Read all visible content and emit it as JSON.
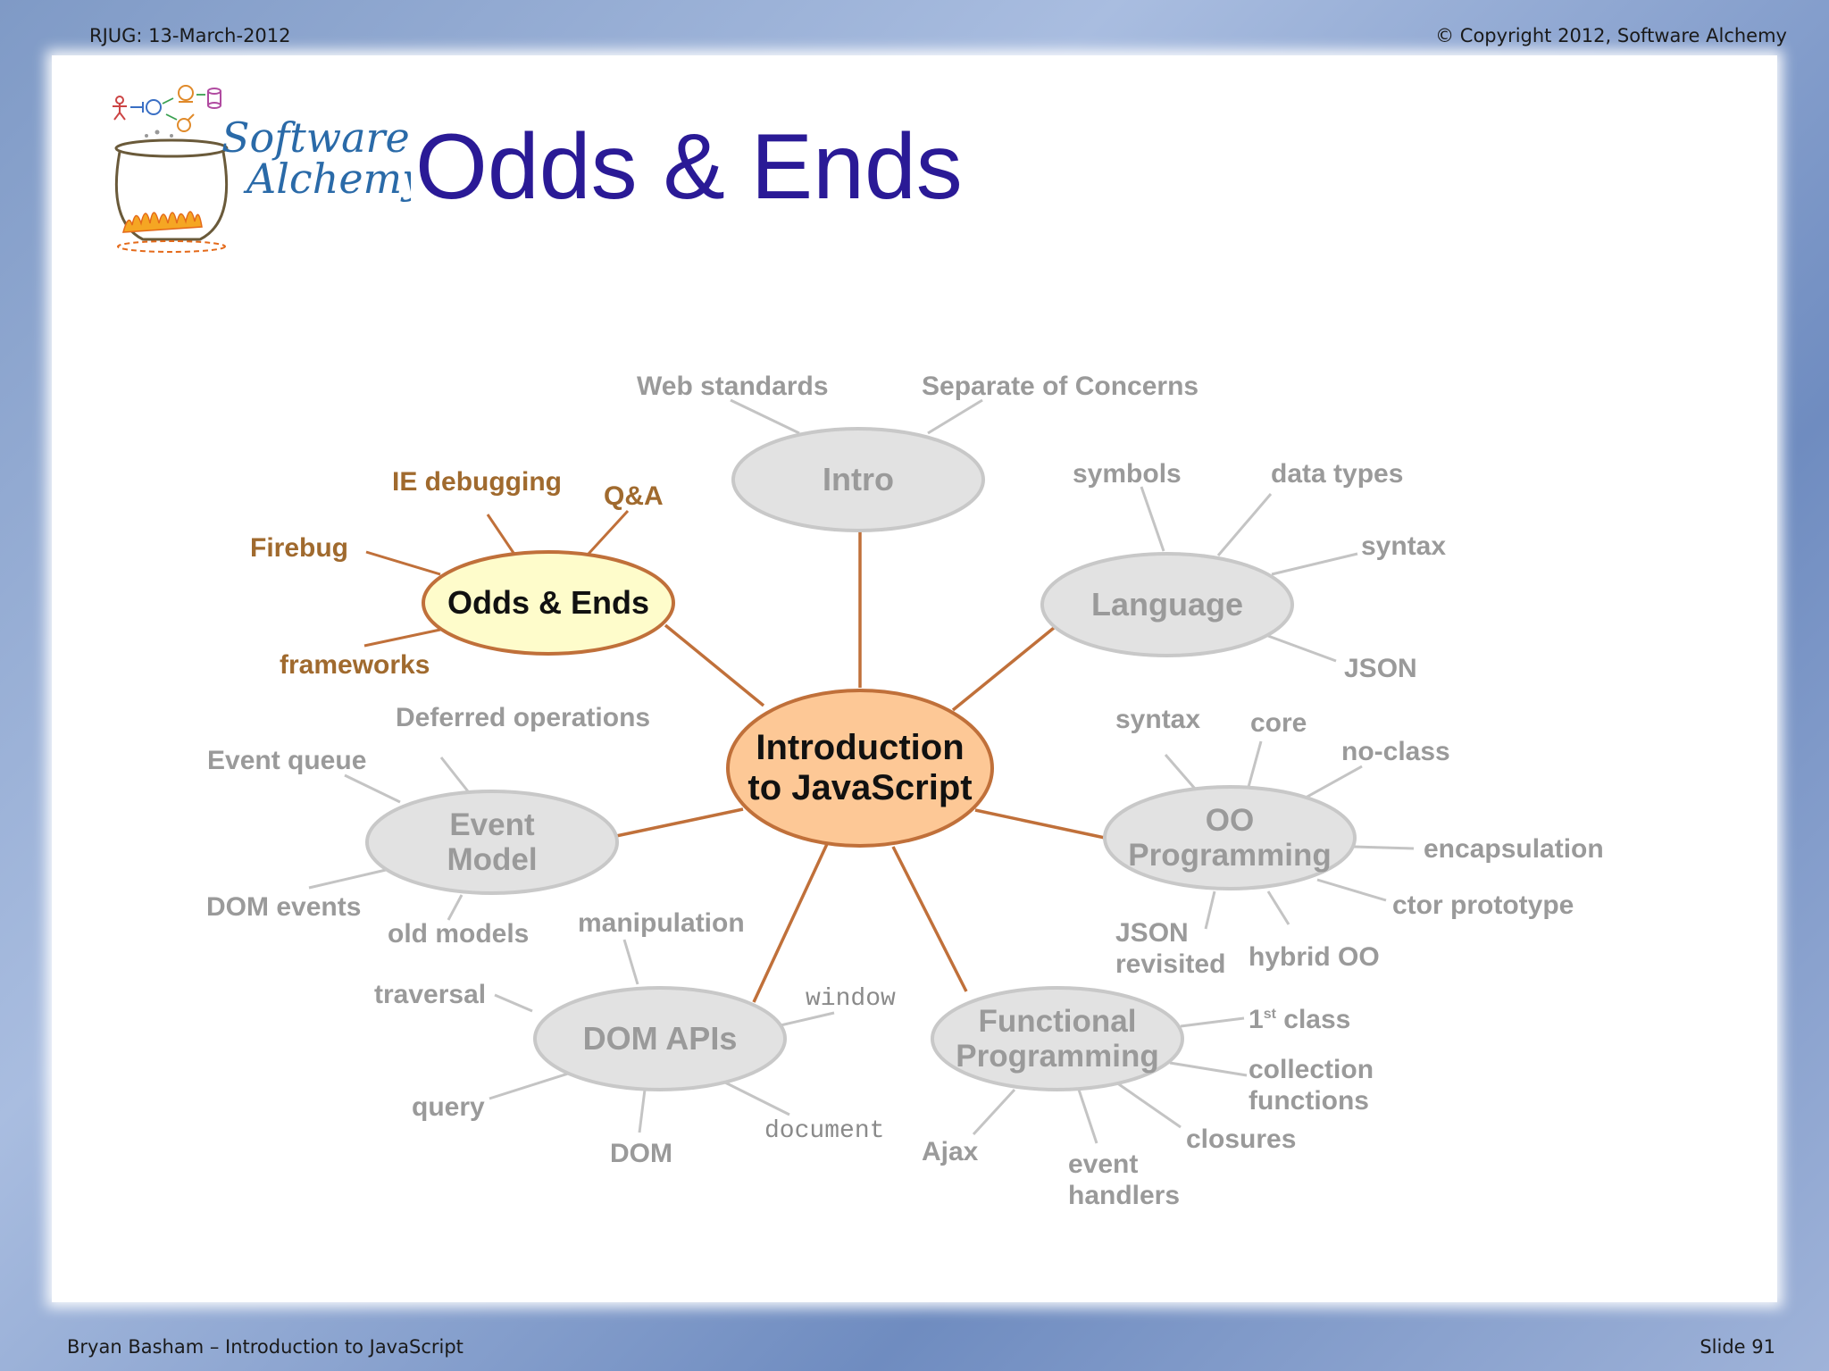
{
  "header": {
    "left": "RJUG:  13-March-2012",
    "right": "© Copyright 2012, Software Alchemy"
  },
  "footer": {
    "left": "Bryan Basham – Introduction to JavaScript",
    "right": "Slide 91"
  },
  "logo": {
    "line1": "Software",
    "line2": "Alchemy"
  },
  "title": "Odds & Ends",
  "colors": {
    "title": "#2a1a96",
    "center_fill": "#fdc896",
    "active_fill": "#fefccb",
    "inactive_fill": "#e2e2e2",
    "active_line": "#c0703a",
    "inactive_line": "#c4c4c4",
    "inactive_text": "#9a9a9a",
    "active_leaf_text": "#a06a2e"
  },
  "mindmap": {
    "center": "Introduction\nto JavaScript",
    "branches": [
      {
        "label": "Intro",
        "active": false,
        "leaves": [
          "Web standards",
          "Separate of Concerns"
        ]
      },
      {
        "label": "Language",
        "active": false,
        "leaves": [
          "symbols",
          "data types",
          "syntax",
          "JSON"
        ]
      },
      {
        "label": "OO\nProgramming",
        "active": false,
        "leaves": [
          "syntax",
          "core",
          "no-class",
          "encapsulation",
          "ctor prototype",
          "hybrid OO",
          "JSON\nrevisited"
        ]
      },
      {
        "label": "Functional\nProgramming",
        "active": false,
        "leaves": [
          "1st class",
          "collection\nfunctions",
          "closures",
          "event\nhandlers",
          "Ajax"
        ]
      },
      {
        "label": "DOM APIs",
        "active": false,
        "leaves": [
          "manipulation",
          "window",
          "document",
          "DOM",
          "query",
          "traversal"
        ]
      },
      {
        "label": "Event\nModel",
        "active": false,
        "leaves": [
          "Deferred operations",
          "Event queue",
          "DOM events",
          "old models"
        ]
      },
      {
        "label": "Odds & Ends",
        "active": true,
        "leaves": [
          "IE debugging",
          "Q&A",
          "Firebug",
          "frameworks"
        ]
      }
    ]
  }
}
